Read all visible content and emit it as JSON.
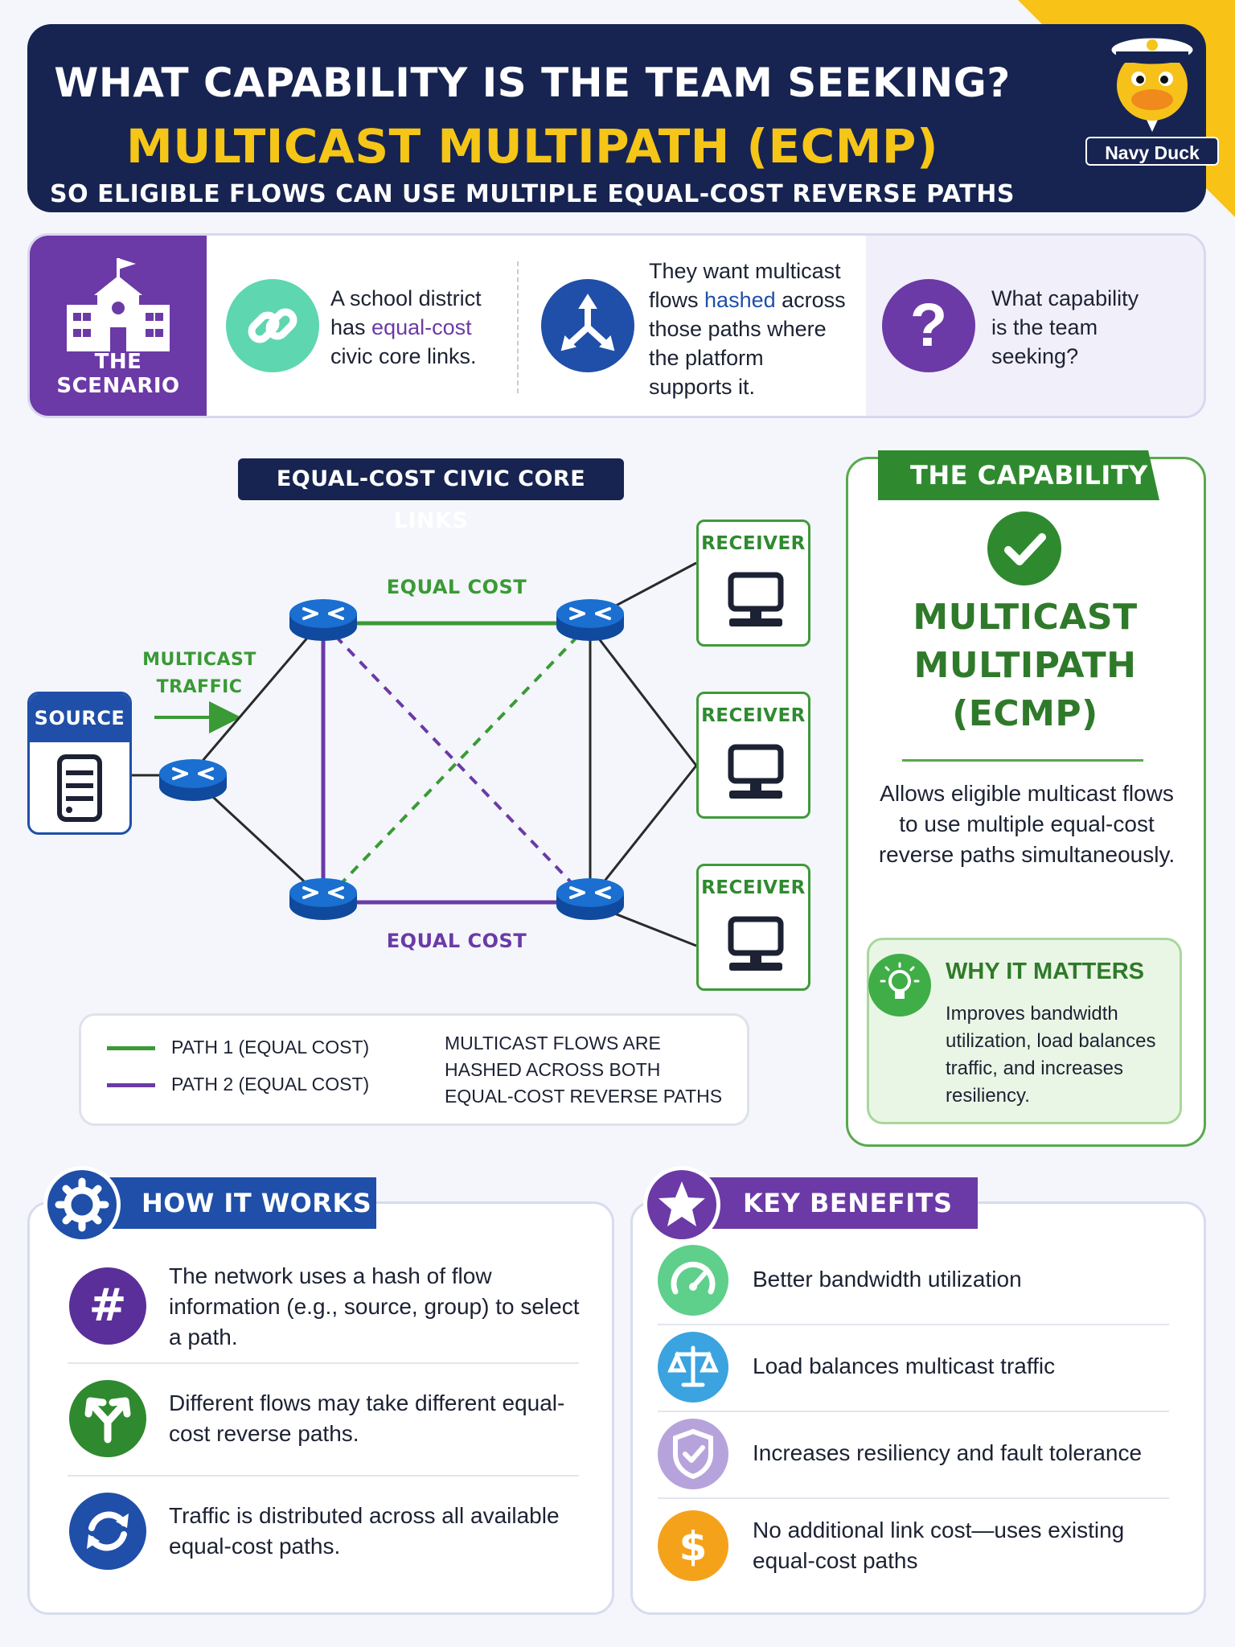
{
  "header": {
    "question": "WHAT CAPABILITY IS THE TEAM SEEKING?",
    "answer": "MULTICAST MULTIPATH (ECMP)",
    "subtitle": "SO ELIGIBLE FLOWS CAN USE MULTIPLE EQUAL-COST REVERSE PATHS",
    "mascot_label": "Navy Duck"
  },
  "scenario": {
    "badge_label": "THE SCENARIO",
    "item1": {
      "pre": "A school district has ",
      "highlight": "equal-cost",
      "post": " civic core links."
    },
    "item2": {
      "pre": "They want multicast flows ",
      "highlight": "hashed",
      "post": " across those paths where the platform supports it."
    },
    "item3": {
      "text": "What capability is the team seeking?"
    }
  },
  "diagram": {
    "title": "EQUAL-COST CIVIC CORE LINKS",
    "source_label": "SOURCE",
    "traffic_label_1": "MULTICAST",
    "traffic_label_2": "TRAFFIC",
    "top_link_label": "EQUAL COST",
    "bottom_link_label": "EQUAL COST",
    "receivers": [
      "RECEIVER",
      "RECEIVER",
      "RECEIVER"
    ],
    "colors": {
      "path1": "#3a9a35",
      "path2": "#6b3aa6",
      "router": "#1a5fc0",
      "link": "#2a2a2a"
    }
  },
  "legend": {
    "path1": "PATH 1 (EQUAL COST)",
    "path2": "PATH 2 (EQUAL COST)",
    "note_lines": [
      "MULTICAST FLOWS ARE",
      "HASHED ACROSS BOTH",
      "EQUAL-COST REVERSE PATHS"
    ]
  },
  "capability": {
    "banner": "THE CAPABILITY",
    "title_lines": [
      "MULTICAST",
      "MULTIPATH",
      "(ECMP)"
    ],
    "description": "Allows eligible multicast flows to use multiple equal-cost reverse paths simultaneously.",
    "why_title": "WHY IT MATTERS",
    "why_body": "Improves bandwidth utilization, load balances traffic, and increases resiliency."
  },
  "how_it_works": {
    "banner": "HOW IT WORKS",
    "steps": [
      {
        "icon": "hash-icon",
        "text": "The network uses a hash of flow information (e.g., source, group) to select a path."
      },
      {
        "icon": "split-arrow-icon",
        "text": "Different flows may take different equal-cost reverse paths."
      },
      {
        "icon": "refresh-icon",
        "text": "Traffic is distributed across all available equal-cost paths."
      }
    ]
  },
  "key_benefits": {
    "banner": "KEY BENEFITS",
    "items": [
      {
        "icon": "speedometer-icon",
        "text": "Better bandwidth utilization"
      },
      {
        "icon": "balance-scale-icon",
        "text": "Load balances multicast traffic"
      },
      {
        "icon": "shield-check-icon",
        "text": "Increases resiliency and fault tolerance"
      },
      {
        "icon": "dollar-icon",
        "text": "No additional link cost—uses existing equal-cost paths"
      }
    ]
  }
}
